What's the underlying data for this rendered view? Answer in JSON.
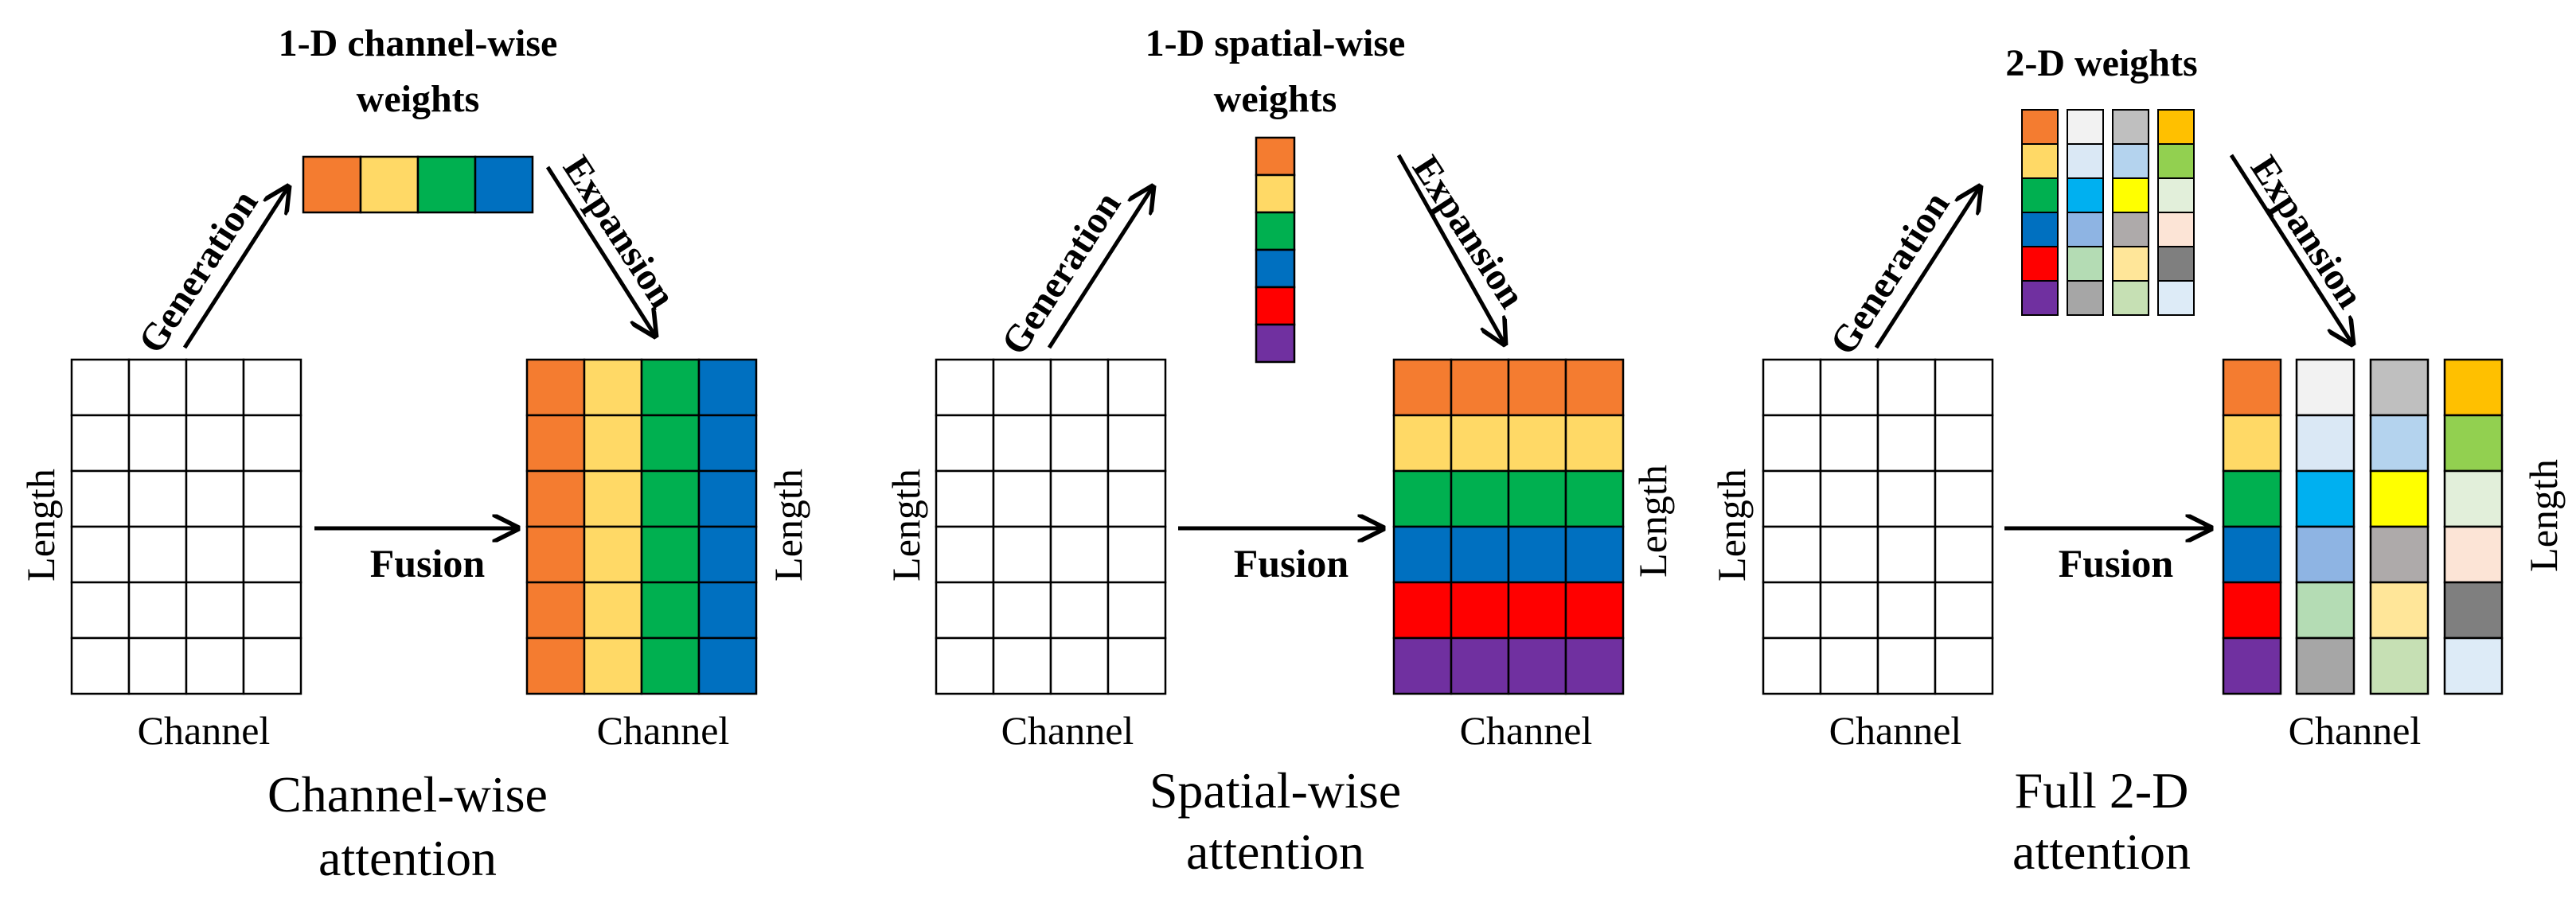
{
  "panels": [
    {
      "id": "channel",
      "weights_title": [
        "1-D channel-wise",
        "weights"
      ],
      "generation_label": "Generation",
      "expansion_label": "Expansion",
      "fusion_label": "Fusion",
      "input_axis_y": "Length",
      "input_axis_x": "Channel",
      "output_axis_y": "Length",
      "output_axis_x": "Channel",
      "caption": [
        "Channel-wise",
        "attention"
      ],
      "weights_colors": [
        "#f47c30",
        "#ffd966",
        "#00b050",
        "#0070c0"
      ],
      "output_colors": [
        [
          "#f47c30",
          "#ffd966",
          "#00b050",
          "#0070c0"
        ],
        [
          "#f47c30",
          "#ffd966",
          "#00b050",
          "#0070c0"
        ],
        [
          "#f47c30",
          "#ffd966",
          "#00b050",
          "#0070c0"
        ],
        [
          "#f47c30",
          "#ffd966",
          "#00b050",
          "#0070c0"
        ],
        [
          "#f47c30",
          "#ffd966",
          "#00b050",
          "#0070c0"
        ],
        [
          "#f47c30",
          "#ffd966",
          "#00b050",
          "#0070c0"
        ]
      ]
    },
    {
      "id": "spatial",
      "weights_title": [
        "1-D spatial-wise",
        "weights"
      ],
      "generation_label": "Generation",
      "expansion_label": "Expansion",
      "fusion_label": "Fusion",
      "input_axis_y": "Length",
      "input_axis_x": "Channel",
      "output_axis_y": "Length",
      "output_axis_x": "Channel",
      "caption": [
        "Spatial-wise",
        "attention"
      ],
      "weights_colors": [
        "#f47c30",
        "#ffd966",
        "#00b050",
        "#0070c0",
        "#ff0000",
        "#7030a0"
      ],
      "output_colors": [
        [
          "#f47c30",
          "#f47c30",
          "#f47c30",
          "#f47c30"
        ],
        [
          "#ffd966",
          "#ffd966",
          "#ffd966",
          "#ffd966"
        ],
        [
          "#00b050",
          "#00b050",
          "#00b050",
          "#00b050"
        ],
        [
          "#0070c0",
          "#0070c0",
          "#0070c0",
          "#0070c0"
        ],
        [
          "#ff0000",
          "#ff0000",
          "#ff0000",
          "#ff0000"
        ],
        [
          "#7030a0",
          "#7030a0",
          "#7030a0",
          "#7030a0"
        ]
      ]
    },
    {
      "id": "full2d",
      "weights_title": [
        "2-D weights"
      ],
      "generation_label": "Generation",
      "expansion_label": "Expansion",
      "fusion_label": "Fusion",
      "input_axis_y": "Length",
      "input_axis_x": "Channel",
      "output_axis_y": "Length",
      "output_axis_x": "Channel",
      "caption": [
        "Full 2-D",
        "attention"
      ],
      "weights_grid": [
        [
          "#f47c30",
          "#f2f2f2",
          "#bfbfbf",
          "#ffc000"
        ],
        [
          "#ffd966",
          "#dae8f5",
          "#b4d3ee",
          "#92d050"
        ],
        [
          "#00b050",
          "#00b0f0",
          "#ffff00",
          "#e2efda"
        ],
        [
          "#0070c0",
          "#8eb4e3",
          "#aeaaaa",
          "#fce4d6"
        ],
        [
          "#ff0000",
          "#b4dcb4",
          "#ffe699",
          "#7f7f7f"
        ],
        [
          "#7030a0",
          "#a6a6a6",
          "#c6e0b4",
          "#ddebf7"
        ]
      ]
    }
  ]
}
